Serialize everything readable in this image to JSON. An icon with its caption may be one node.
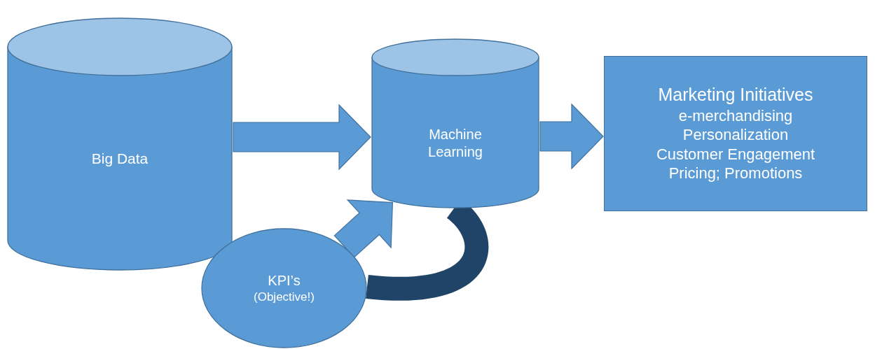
{
  "diagram": {
    "nodes": [
      {
        "text": [
          "Big Data"
        ]
      },
      {
        "text": [
          "Machine Learning"
        ]
      },
      {
        "text": [
          "Marketing Initiatives",
          "e-merchandising",
          "Personalization",
          "Customer Engagement",
          "Pricing; Promotions"
        ]
      },
      {
        "text": [
          "KPI’s",
          "(Objective!)"
        ]
      }
    ],
    "edges": [
      {
        "from": 0,
        "to": 1,
        "arrow": "to",
        "style": "thick"
      },
      {
        "from": 1,
        "to": 2,
        "arrow": "to",
        "style": "thick"
      },
      {
        "from": 3,
        "to": 1,
        "arrow": "to",
        "style": "thick"
      },
      {
        "from": 1,
        "to": 3,
        "arrow": "none",
        "style": "thick",
        "color": "#1f4468"
      }
    ]
  }
}
